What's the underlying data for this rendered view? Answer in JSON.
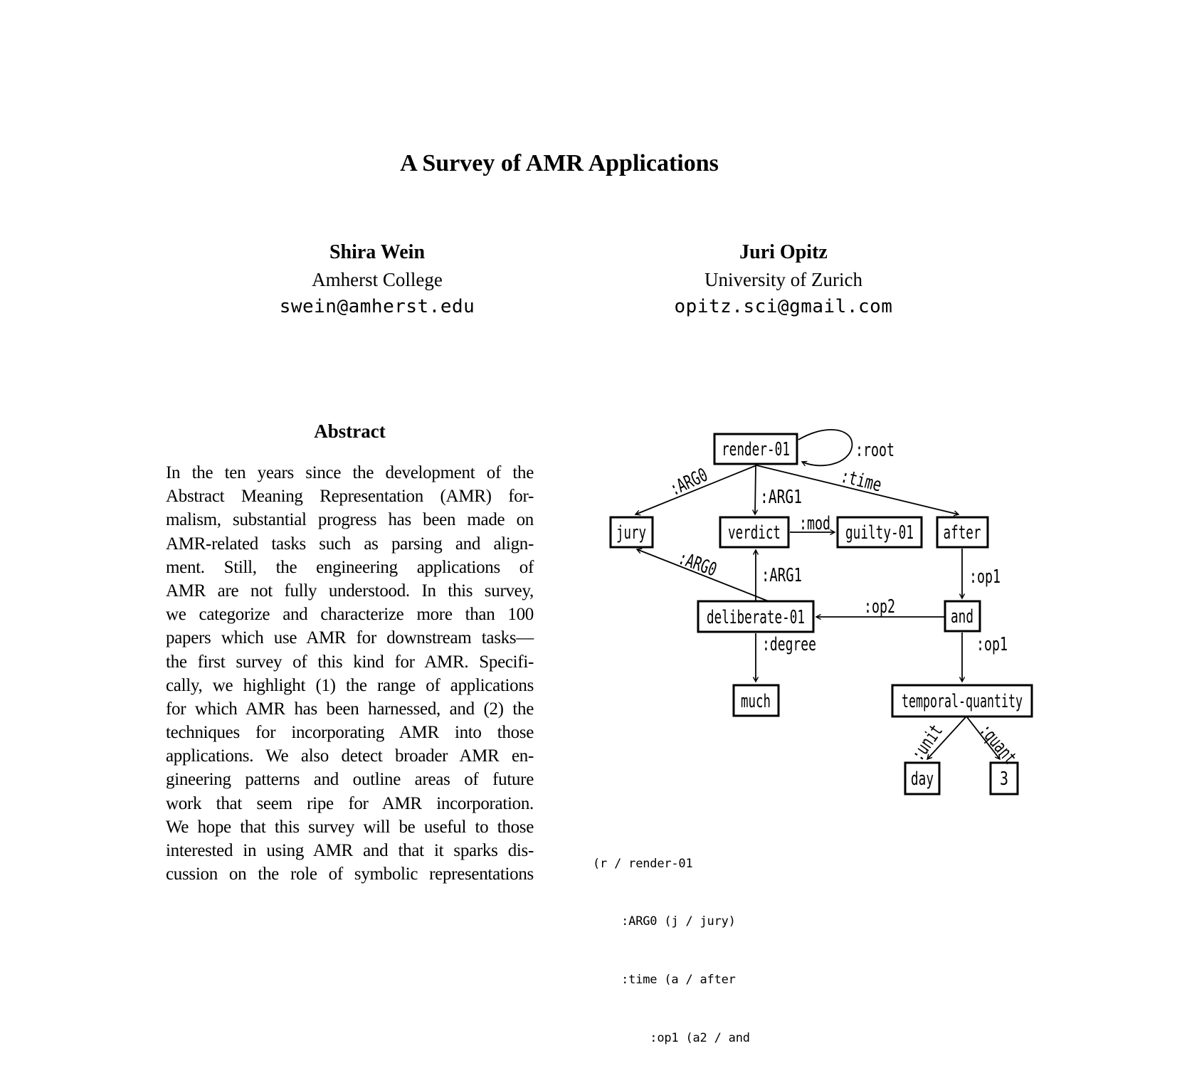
{
  "page": {
    "background": "#ffffff",
    "text_color": "#000000"
  },
  "paper": {
    "title": "A Survey of AMR Applications",
    "authors": [
      {
        "name": "Shira Wein",
        "affiliation": "Amherst College",
        "email": "swein@amherst.edu"
      },
      {
        "name": "Juri Opitz",
        "affiliation": "University of Zurich",
        "email": "opitz.sci@gmail.com"
      }
    ],
    "abstract": {
      "heading": "Abstract",
      "lines": [
        "In the ten years since the development of the",
        "Abstract Meaning Representation (AMR) for-",
        "malism, substantial progress has been made on",
        "AMR-related tasks such as parsing and align-",
        "ment.  Still, the engineering applications of",
        "AMR are not fully understood. In this survey,",
        "we categorize and characterize more than 100",
        "papers which use AMR for downstream tasks—",
        "the first survey of this kind for AMR. Specifi-",
        "cally, we highlight (1) the range of applications",
        "for which AMR has been harnessed, and (2) the",
        "techniques for incorporating AMR into those",
        "applications. We also detect broader AMR en-",
        "gineering patterns and outline areas of future",
        "work that seem ripe for AMR incorporation.",
        "We hope that this survey will be useful to those",
        "interested in using AMR and that it sparks dis-",
        "cussion on the role of symbolic representations"
      ]
    }
  },
  "figure": {
    "graph": {
      "nodes": [
        {
          "id": "render-01",
          "label": "render-01"
        },
        {
          "id": "jury",
          "label": "jury"
        },
        {
          "id": "verdict",
          "label": "verdict"
        },
        {
          "id": "guilty-01",
          "label": "guilty-01"
        },
        {
          "id": "after",
          "label": "after"
        },
        {
          "id": "deliberate-01",
          "label": "deliberate-01"
        },
        {
          "id": "and",
          "label": "and"
        },
        {
          "id": "much",
          "label": "much"
        },
        {
          "id": "temporal-quantity",
          "label": "temporal-quantity"
        },
        {
          "id": "day",
          "label": "day"
        },
        {
          "id": "3",
          "label": "3"
        }
      ],
      "edges": [
        {
          "from": "render-01",
          "to": "render-01",
          "label": ":root"
        },
        {
          "from": "render-01",
          "to": "jury",
          "label": ":ARG0"
        },
        {
          "from": "render-01",
          "to": "verdict",
          "label": ":ARG1"
        },
        {
          "from": "render-01",
          "to": "after",
          "label": ":time"
        },
        {
          "from": "verdict",
          "to": "guilty-01",
          "label": ":mod"
        },
        {
          "from": "after",
          "to": "and",
          "label": ":op1"
        },
        {
          "from": "and",
          "to": "deliberate-01",
          "label": ":op2"
        },
        {
          "from": "deliberate-01",
          "to": "jury",
          "label": ":ARG0"
        },
        {
          "from": "deliberate-01",
          "to": "verdict",
          "label": ":ARG1"
        },
        {
          "from": "deliberate-01",
          "to": "much",
          "label": ":degree"
        },
        {
          "from": "and",
          "to": "temporal-quantity",
          "label": ":op1"
        },
        {
          "from": "temporal-quantity",
          "to": "day",
          "label": ":unit"
        },
        {
          "from": "temporal-quantity",
          "to": "3",
          "label": ":quant"
        }
      ]
    },
    "code": {
      "lines": [
        "(r / render-01",
        "    :ARG0 (j / jury)",
        "    :time (a / after",
        "        :op1 (a2 / and"
      ]
    }
  }
}
